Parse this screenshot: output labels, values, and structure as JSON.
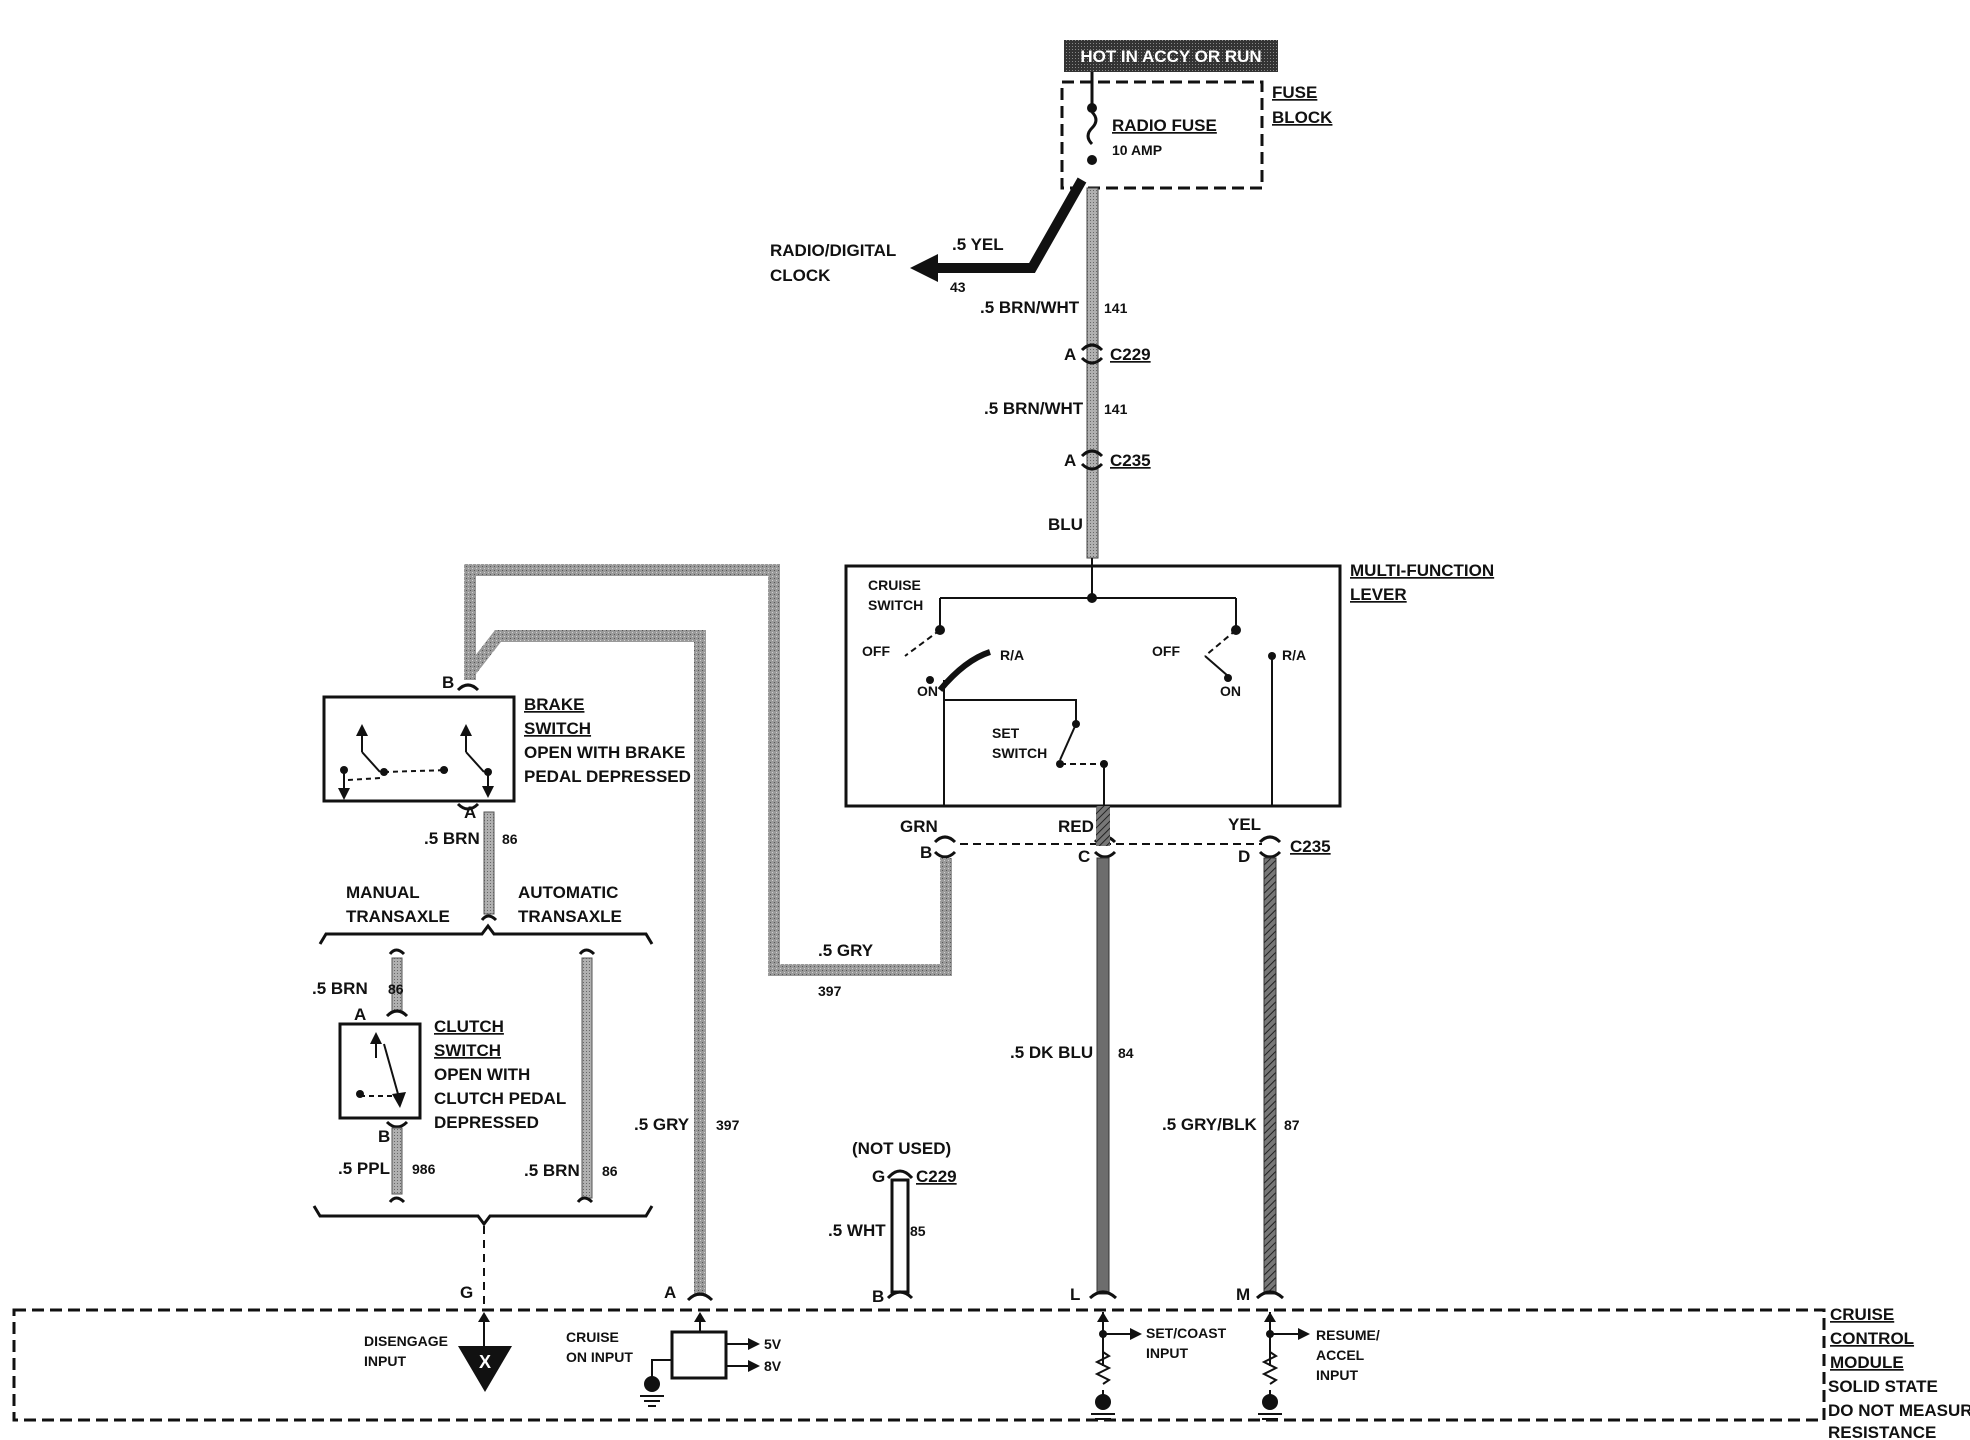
{
  "title": "HOT IN ACCY OR RUN",
  "fuse_block": {
    "label_line1": "FUSE",
    "label_line2": "BLOCK",
    "fuse_name": "RADIO FUSE",
    "fuse_rating": "10 AMP"
  },
  "radio_branch": {
    "dest_line1": "RADIO/DIGITAL",
    "dest_line2": "CLOCK",
    "wire": ".5 YEL",
    "circuit": "43"
  },
  "main_feed": {
    "wire1": ".5 BRN/WHT",
    "circuit1": "141",
    "wire2": ".5 BRN/WHT",
    "circuit2": "141",
    "wire3": "BLU"
  },
  "connectors": {
    "c229": "C229",
    "c235": "C235",
    "pin_a": "A",
    "pin_b": "B",
    "pin_c": "C",
    "pin_d": "D",
    "pin_g": "G",
    "pin_l": "L",
    "pin_m": "M"
  },
  "multi_function": {
    "label_line1": "MULTI-FUNCTION",
    "label_line2": "LEVER",
    "cruise_switch_line1": "CRUISE",
    "cruise_switch_line2": "SWITCH",
    "off": "OFF",
    "on": "ON",
    "ra": "R/A",
    "set_switch_line1": "SET",
    "set_switch_line2": "SWITCH",
    "out_grn": "GRN",
    "out_red": "RED",
    "out_yel": "YEL"
  },
  "brake_switch": {
    "line1": "BRAKE",
    "line2": "SWITCH",
    "line3": "OPEN WITH BRAKE",
    "line4": "PEDAL DEPRESSED",
    "wire": ".5 BRN",
    "circuit": "86"
  },
  "transaxle": {
    "manual_line1": "MANUAL",
    "manual_line2": "TRANSAXLE",
    "auto_line1": "AUTOMATIC",
    "auto_line2": "TRANSAXLE"
  },
  "clutch_switch": {
    "line1": "CLUTCH",
    "line2": "SWITCH",
    "line3": "OPEN WITH",
    "line4": "CLUTCH PEDAL",
    "line5": "DEPRESSED",
    "wire_in": ".5 BRN",
    "circuit_in": "86",
    "wire_out": ".5 PPL",
    "circuit_out": "986"
  },
  "auto_wire": {
    "wire": ".5 BRN",
    "circuit": "86"
  },
  "gry_wire": {
    "wire_top": ".5 GRY",
    "circuit_top": "397",
    "wire_bottom": ".5 GRY",
    "circuit_bottom": "397"
  },
  "not_used": {
    "label": "(NOT USED)",
    "wire": ".5 WHT",
    "circuit": "85"
  },
  "dk_blu_wire": {
    "wire": ".5 DK BLU",
    "circuit": "84"
  },
  "gry_blk_wire": {
    "wire": ".5 GRY/BLK",
    "circuit": "87"
  },
  "module": {
    "label_line1": "CRUISE",
    "label_line2": "CONTROL",
    "label_line3": "MODULE",
    "label_line4": "SOLID STATE",
    "label_line5": "DO NOT MEASURE",
    "label_line6": "RESISTANCE",
    "disengage_line1": "DISENGAGE",
    "disengage_line2": "INPUT",
    "cruise_on_line1": "CRUISE",
    "cruise_on_line2": "ON INPUT",
    "v5": "5V",
    "v8": "8V",
    "set_coast_line1": "SET/COAST",
    "set_coast_line2": "INPUT",
    "resume_line1": "RESUME/",
    "resume_line2": "ACCEL",
    "resume_line3": "INPUT",
    "x_mark": "X"
  }
}
